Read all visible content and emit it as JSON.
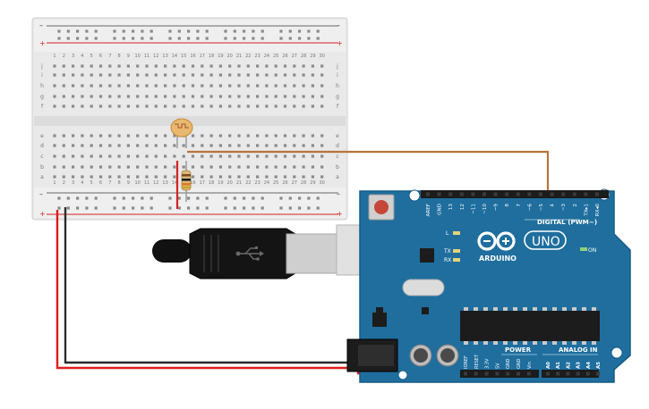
{
  "breadboard": {
    "rail_minus": "–",
    "rail_plus": "+",
    "row_letters_top": [
      "j",
      "i",
      "h",
      "g",
      "f"
    ],
    "row_letters_bottom": [
      "e",
      "d",
      "c",
      "b",
      "a"
    ],
    "column_numbers": [
      "1",
      "2",
      "3",
      "4",
      "5",
      "6",
      "7",
      "8",
      "9",
      "10",
      "11",
      "12",
      "13",
      "14",
      "15",
      "16",
      "17",
      "18",
      "19",
      "20",
      "21",
      "22",
      "23",
      "24",
      "25",
      "26",
      "27",
      "28",
      "29",
      "30"
    ]
  },
  "components": {
    "photoresistor": "photoresistor",
    "resistor": "resistor",
    "usb_cable": "usb-b-cable"
  },
  "arduino": {
    "brand": "ARDUINO",
    "model": "UNO",
    "digital_header_label": "DIGITAL (PWM~)",
    "analog_header_label": "ANALOG IN",
    "power_header_label": "POWER",
    "on_label": "ON",
    "led_l": "L",
    "led_tx": "TX",
    "led_rx": "RX",
    "digital_pins": [
      "AREF",
      "GND",
      "13",
      "12",
      "~11",
      "~10",
      "~9",
      "8",
      "7",
      "~6",
      "~5",
      "4",
      "~3",
      "2",
      "TX▸1",
      "RX◂0"
    ],
    "power_pins": [
      "IOREF",
      "RESET",
      "3.3V",
      "5V",
      "GND",
      "GND",
      "Vin"
    ],
    "analog_pins": [
      "A0",
      "A1",
      "A2",
      "A3",
      "A4",
      "A5"
    ]
  },
  "colors": {
    "board": "#1f6e9e",
    "board_edge": "#155a85",
    "breadboard": "#e7e7e7",
    "rail_red": "#d32222",
    "rail_blue": "#3a3a3a",
    "wire_red": "#e01b1b",
    "wire_black": "#2a2a2a",
    "wire_orange": "#b8743a",
    "header": "#1c1c1c"
  }
}
